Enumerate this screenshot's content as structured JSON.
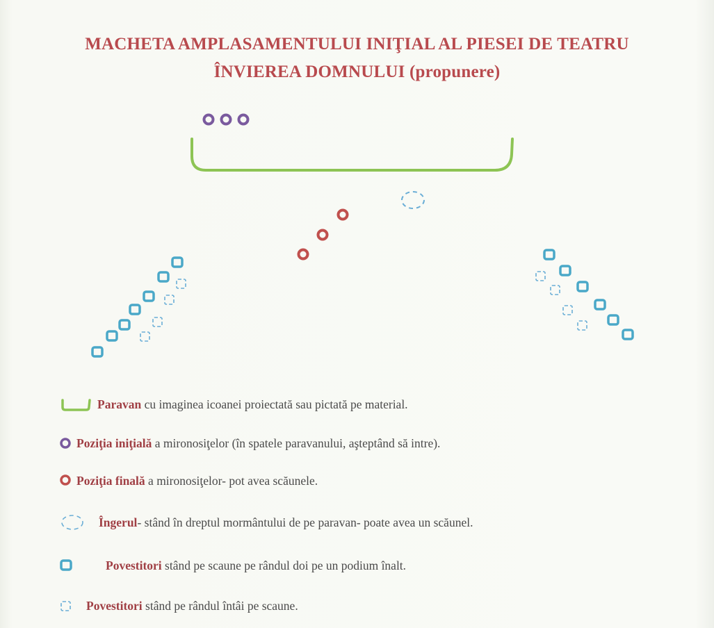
{
  "title": {
    "line1": "MACHETA AMPLASAMENTULUI INIŢIAL AL PIESEI DE TEATRU",
    "line2": "ÎNVIEREA DOMNULUI (propunere)"
  },
  "colors": {
    "title": "#b84a4e",
    "screen": "#8dc454",
    "initial_position": "#7a5a9e",
    "final_position": "#c0504d",
    "angel": "#6aaed6",
    "narrator": "#4aa8c8",
    "legend_bold": "#a03f44",
    "legend_text": "#4a4a4a"
  },
  "legend": [
    {
      "symbol": "screen-icon",
      "bold": "Paravan",
      "text": " cu imaginea icoanei proiectată sau pictată pe material."
    },
    {
      "symbol": "purple-circle-icon",
      "bold": "Poziţia iniţială",
      "text": " a mironosiţelor (în spatele  paravanului, aşteptând să intre)."
    },
    {
      "symbol": "red-circle-icon",
      "bold": "Poziţia finală",
      "text": " a mironosiţelor- pot avea scăunele."
    },
    {
      "symbol": "dashed-ellipse-icon",
      "bold": "Îngerul",
      "text": "- stând în dreptul mormântului de pe paravan- poate avea un scăunel."
    },
    {
      "symbol": "blue-square-icon",
      "bold": "Povestitori",
      "text": " stând pe scaune pe rândul doi pe un podium înalt."
    },
    {
      "symbol": "dashed-square-icon",
      "bold": "Povestitori",
      "text": " stând pe rândul întâi pe scaune."
    }
  ]
}
